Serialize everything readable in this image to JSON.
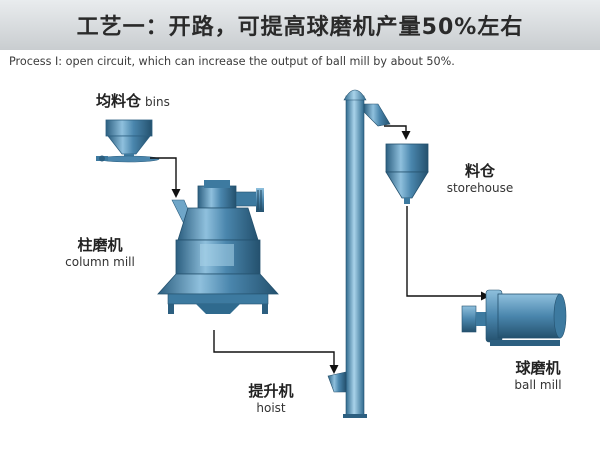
{
  "title": "工艺一：开路，可提高球磨机产量50%左右",
  "subtitle": "Process I: open circuit, which can increase the output of ball mill by about 50%.",
  "components": {
    "bins": {
      "label_cn": "均料仓",
      "label_en": "bins"
    },
    "column_mill": {
      "label_cn": "柱磨机",
      "label_en": "column mill"
    },
    "hoist": {
      "label_cn": "提升机",
      "label_en": "hoist"
    },
    "storehouse": {
      "label_cn": "料仓",
      "label_en": "storehouse"
    },
    "ball_mill": {
      "label_cn": "球磨机",
      "label_en": "ball mill"
    }
  },
  "colors": {
    "equipment": "#4a86ad",
    "equipment_dark": "#2c5f80",
    "equipment_light": "#8fc0dd",
    "arrow": "#111111",
    "title_bar": "#d6d9db"
  }
}
